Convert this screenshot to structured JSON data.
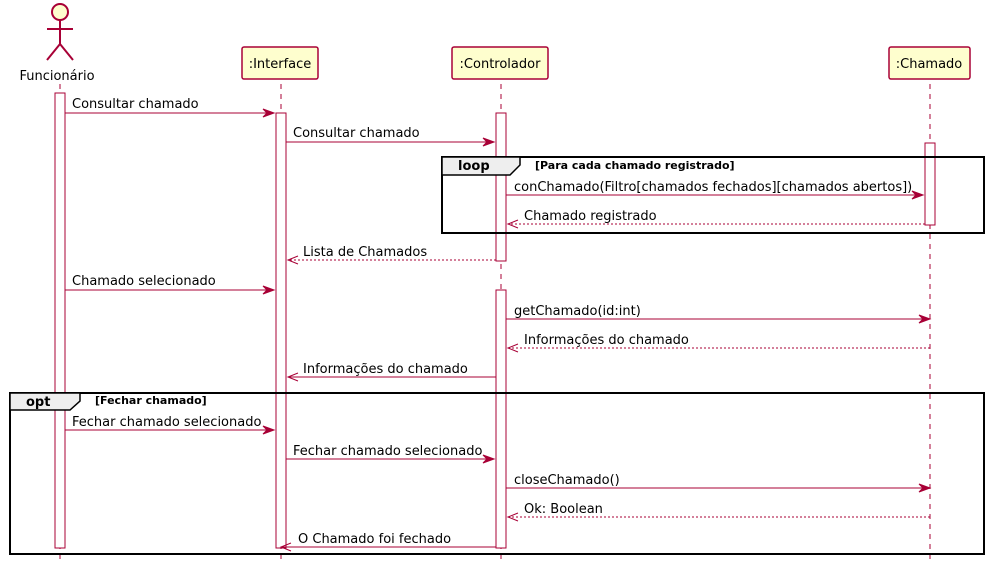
{
  "actor": {
    "label": "Funcionário"
  },
  "participants": [
    {
      "id": "interface",
      "label": ":Interface"
    },
    {
      "id": "controlador",
      "label": ":Controlador"
    },
    {
      "id": "chamado",
      "label": ":Chamado"
    }
  ],
  "messages": [
    {
      "label": "Consultar chamado",
      "style": "solid"
    },
    {
      "label": "Consultar chamado",
      "style": "solid"
    },
    {
      "label": "conChamado(Filtro[chamados fechados][chamados abertos])",
      "style": "solid"
    },
    {
      "label": "Chamado registrado",
      "style": "dashed"
    },
    {
      "label": "Lista de Chamados",
      "style": "dashed"
    },
    {
      "label": "Chamado selecionado",
      "style": "solid"
    },
    {
      "label": "getChamado(id:int)",
      "style": "solid"
    },
    {
      "label": "Informações do chamado",
      "style": "dashed"
    },
    {
      "label": "Informações do chamado",
      "style": "solid"
    },
    {
      "label": "Fechar chamado selecionado",
      "style": "solid"
    },
    {
      "label": "Fechar chamado selecionado",
      "style": "solid"
    },
    {
      "label": "closeChamado()",
      "style": "solid"
    },
    {
      "label": "Ok: Boolean",
      "style": "dashed"
    },
    {
      "label": "O Chamado  foi fechado",
      "style": "solid"
    }
  ],
  "fragments": [
    {
      "kind": "loop",
      "guard": "[Para cada chamado registrado]"
    },
    {
      "kind": "opt",
      "guard": "[Fechar chamado]"
    }
  ]
}
